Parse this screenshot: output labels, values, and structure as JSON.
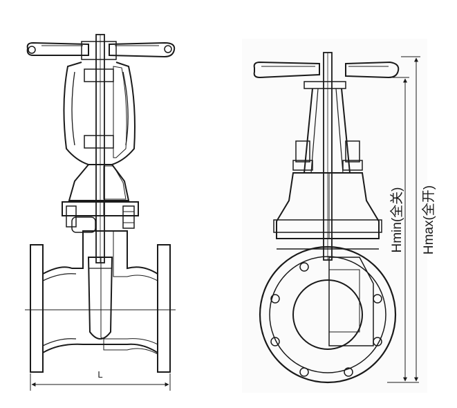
{
  "front_view": {
    "dimension_label": "L"
  },
  "side_view": {
    "hmin_label": "Hmin(全关)",
    "hmax_label": "Hmax(全开)"
  },
  "colors": {
    "line": "#1a1a1a",
    "hatch": "#555555",
    "fill_light": "#ededed",
    "background": "#ffffff"
  }
}
